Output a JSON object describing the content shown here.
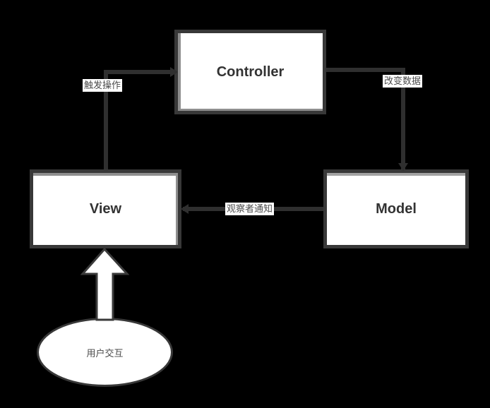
{
  "diagram": {
    "type": "mvc-architecture",
    "nodes": {
      "controller": {
        "label": "Controller"
      },
      "view": {
        "label": "View"
      },
      "model": {
        "label": "Model"
      },
      "user_interaction": {
        "label": "用户交互"
      }
    },
    "edges": {
      "trigger": {
        "label": "触发操作",
        "from": "View",
        "to": "Controller"
      },
      "change": {
        "label": "改变数据",
        "from": "Controller",
        "to": "Model"
      },
      "notify": {
        "label": "观察者通知",
        "from": "Model",
        "to": "View"
      },
      "interact": {
        "label": "",
        "from": "用户交互",
        "to": "View"
      }
    },
    "colors": {
      "background": "#000000",
      "node_fill": "#ffffff",
      "node_border": "#383838",
      "node_bevel": "#8f8f8f",
      "line": "#2f2f2f",
      "node_text": "#333333",
      "edge_label_text": "#4a4a4a",
      "edge_label_bg": "#ffffff"
    }
  }
}
